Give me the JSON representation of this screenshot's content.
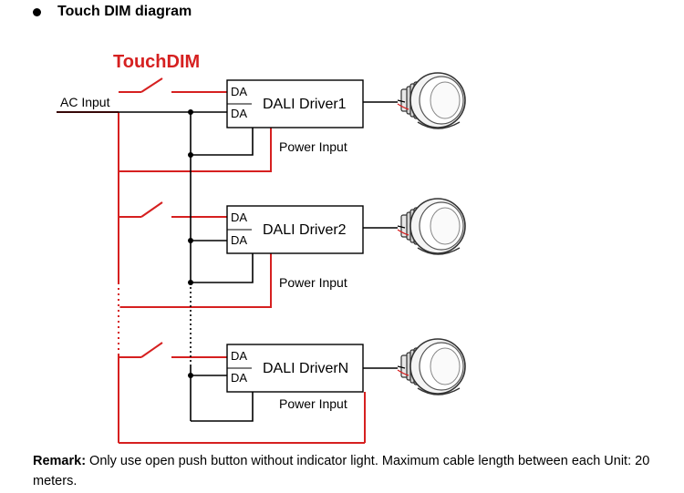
{
  "heading": {
    "title": "Touch DIM diagram"
  },
  "diagram": {
    "brand": "TouchDIM",
    "ac_input": "AC Input",
    "drivers": [
      {
        "name": "DALI Driver1",
        "terminal_top": "DA",
        "terminal_bottom": "DA",
        "power": "Power Input"
      },
      {
        "name": "DALI Driver2",
        "terminal_top": "DA",
        "terminal_bottom": "DA",
        "power": "Power Input"
      },
      {
        "name": "DALI DriverN",
        "terminal_top": "DA",
        "terminal_bottom": "DA",
        "power": "Power Input"
      }
    ],
    "colors": {
      "live_wire": "#d62020",
      "dali_wire": "#000000",
      "brand": "#d62020"
    },
    "icons": [
      "push-switch-icon",
      "downlight-icon"
    ]
  },
  "remark": {
    "label": "Remark:",
    "text": " Only use open push button without indicator light. Maximum cable length between each Unit: 20 meters."
  }
}
